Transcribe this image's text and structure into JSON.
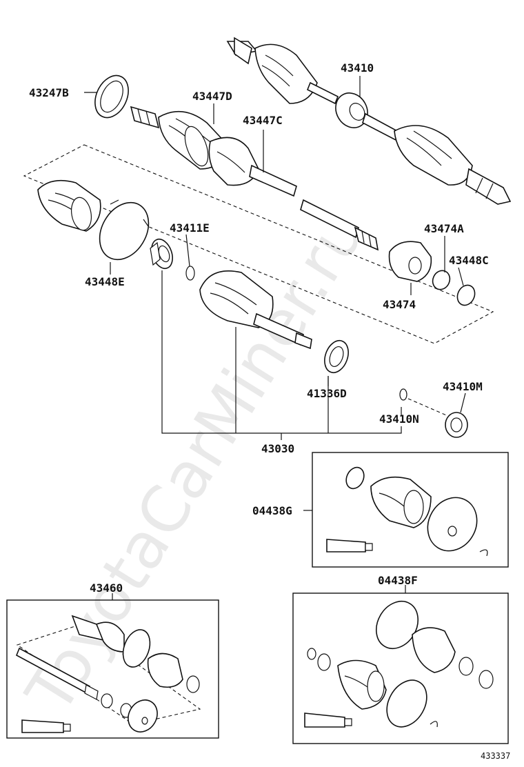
{
  "watermark": "ToyotaCarMiner.ru",
  "diagram_id": "433337",
  "labels": {
    "l43247B": "43247B",
    "l43410": "43410",
    "l43447D": "43447D",
    "l43447C": "43447C",
    "l43411E": "43411E",
    "l43474A": "43474A",
    "l43448C": "43448C",
    "l43448E": "43448E",
    "l43474": "43474",
    "l41336D": "41336D",
    "l43410M": "43410M",
    "l43410N": "43410N",
    "l43030": "43030",
    "l04438G": "04438G",
    "l43460": "43460",
    "l04438F": "04438F"
  }
}
